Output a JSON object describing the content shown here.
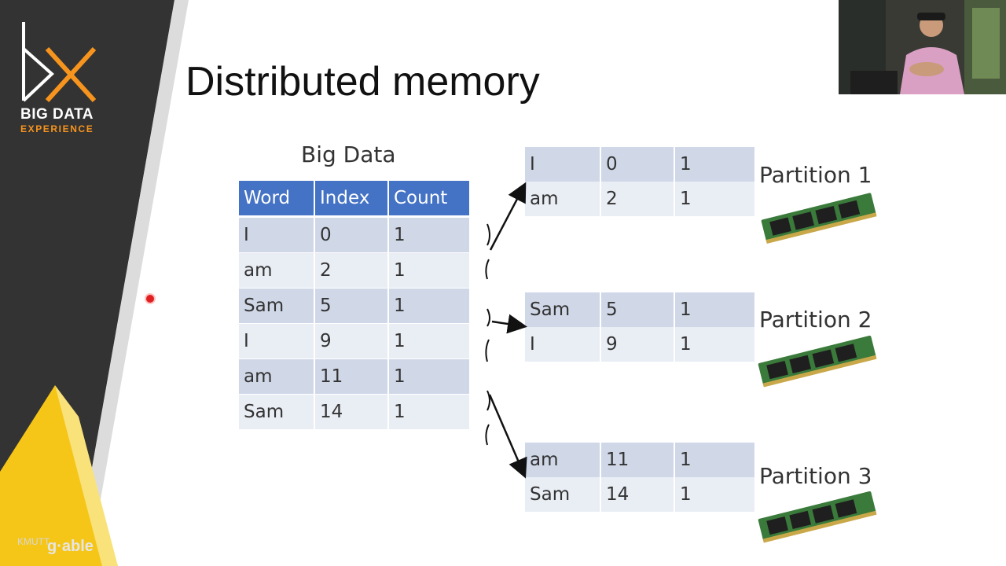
{
  "brand": {
    "title": "BIG DATA",
    "subtitle": "EXPERIENCE"
  },
  "footer": {
    "kmutt": "KMUTT",
    "gable": "g·able"
  },
  "slide": {
    "title": "Distributed memory"
  },
  "big_data": {
    "label": "Big Data",
    "columns": [
      "Word",
      "Index",
      "Count"
    ],
    "rows": [
      [
        "I",
        "0",
        "1"
      ],
      [
        "am",
        "2",
        "1"
      ],
      [
        "Sam",
        "5",
        "1"
      ],
      [
        "I",
        "9",
        "1"
      ],
      [
        "am",
        "11",
        "1"
      ],
      [
        "Sam",
        "14",
        "1"
      ]
    ]
  },
  "partitions": [
    {
      "label": "Partition 1",
      "rows": [
        [
          "I",
          "0",
          "1"
        ],
        [
          "am",
          "2",
          "1"
        ]
      ]
    },
    {
      "label": "Partition 2",
      "rows": [
        [
          "Sam",
          "5",
          "1"
        ],
        [
          "I",
          "9",
          "1"
        ]
      ]
    },
    {
      "label": "Partition 3",
      "rows": [
        [
          "am",
          "11",
          "1"
        ],
        [
          "Sam",
          "14",
          "1"
        ]
      ]
    }
  ],
  "colors": {
    "header": "#4472c4",
    "row_dark": "#d0d8e8",
    "row_light": "#e9edf4",
    "accent": "#f7941d",
    "sidebar": "#333333",
    "yellow": "#f5c518"
  }
}
